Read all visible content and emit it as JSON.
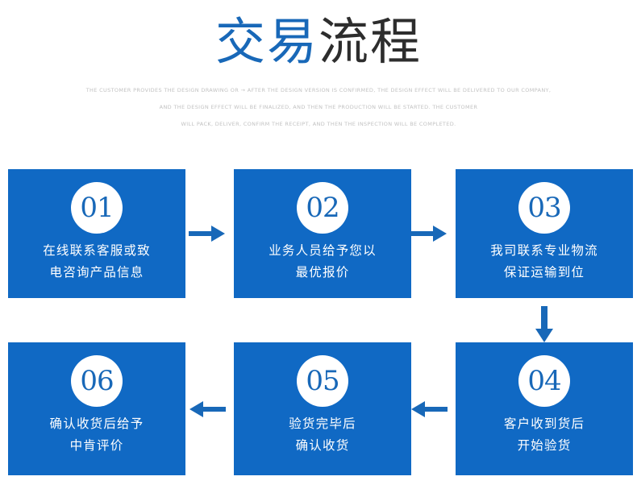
{
  "header": {
    "title_part1": "交易",
    "title_part2": "流程",
    "subtitle_lines": [
      "THE CUSTOMER PROVIDES THE DESIGN DRAWING OR → AFTER THE DESIGN VERSION IS CONFIRMED, THE DESIGN EFFECT WILL BE DELIVERED TO OUR COMPANY,",
      "AND THE DESIGN EFFECT WILL BE FINALIZED, AND THEN THE PRODUCTION WILL BE STARTED. THE CUSTOMER",
      "WILL PACK, DELIVER, CONFIRM THE RECEIPT, AND THEN THE INSPECTION WILL BE COMPLETED."
    ]
  },
  "colors": {
    "box_blue": "#1069c4",
    "title_blue": "#1868b8",
    "number_blue": "#1868b8",
    "arrow_blue": "#1868b8",
    "subtitle_gray": "#c2c2c2",
    "title_dark": "#2d2d2d",
    "background": "#ffffff"
  },
  "steps": [
    {
      "number": "01",
      "line1": "在线联系客服或致",
      "line2": "电咨询产品信息"
    },
    {
      "number": "02",
      "line1": "业务人员给予您以",
      "line2": "最优报价"
    },
    {
      "number": "03",
      "line1": "我司联系专业物流",
      "line2": "保证运输到位"
    },
    {
      "number": "04",
      "line1": "客户收到货后",
      "line2": "开始验货"
    },
    {
      "number": "05",
      "line1": "验货完毕后",
      "line2": "确认收货"
    },
    {
      "number": "06",
      "line1": "确认收货后给予",
      "line2": "中肯评价"
    }
  ],
  "arrows": [
    {
      "name": "arrow-step-01-to-02",
      "direction": "right"
    },
    {
      "name": "arrow-step-02-to-03",
      "direction": "right"
    },
    {
      "name": "arrow-step-03-to-04",
      "direction": "down"
    },
    {
      "name": "arrow-step-04-to-05",
      "direction": "left"
    },
    {
      "name": "arrow-step-05-to-06",
      "direction": "left"
    }
  ]
}
